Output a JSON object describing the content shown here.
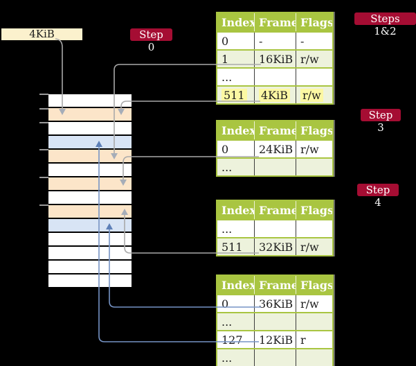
{
  "frame_label": {
    "text": "4KiB"
  },
  "step_labels": {
    "step0": "Step 0",
    "steps12": "Steps 1&2",
    "step3": "Step 3",
    "step4": "Step 4"
  },
  "tables": [
    {
      "name": "page-table-steps-1-2",
      "columns": [
        "Index",
        "Frame",
        "Flags"
      ],
      "rows": [
        {
          "cells": [
            "0",
            "-",
            "-"
          ],
          "highlight": false
        },
        {
          "cells": [
            "1",
            "16KiB",
            "r/w"
          ],
          "highlight": false
        },
        {
          "cells": [
            "...",
            "",
            ""
          ],
          "highlight": false
        },
        {
          "cells": [
            "511",
            "4KiB",
            "r/w"
          ],
          "highlight": true
        }
      ]
    },
    {
      "name": "page-table-step-3",
      "columns": [
        "Index",
        "Frame",
        "Flags"
      ],
      "rows": [
        {
          "cells": [
            "0",
            "24KiB",
            "r/w"
          ],
          "highlight": false
        },
        {
          "cells": [
            "...",
            "",
            ""
          ],
          "highlight": false
        }
      ]
    },
    {
      "name": "page-table-step-4",
      "columns": [
        "Index",
        "Frame",
        "Flags"
      ],
      "rows": [
        {
          "cells": [
            "...",
            "",
            ""
          ],
          "highlight": false
        },
        {
          "cells": [
            "511",
            "32KiB",
            "r/w"
          ],
          "highlight": false
        }
      ]
    },
    {
      "name": "page-table-bottom",
      "columns": [
        "Index",
        "Frame",
        "Flags"
      ],
      "rows": [
        {
          "cells": [
            "0",
            "36KiB",
            "r/w"
          ],
          "highlight": false
        },
        {
          "cells": [
            "...",
            "",
            ""
          ],
          "highlight": false
        },
        {
          "cells": [
            "127",
            "12KiB",
            "r"
          ],
          "highlight": false
        },
        {
          "cells": [
            "...",
            "",
            ""
          ],
          "highlight": false
        }
      ]
    }
  ],
  "memory": {
    "rows": [
      {
        "color": "white"
      },
      {
        "color": "peach"
      },
      {
        "color": "white"
      },
      {
        "color": "blue"
      },
      {
        "color": "peach"
      },
      {
        "color": "white"
      },
      {
        "color": "peach"
      },
      {
        "color": "white"
      },
      {
        "color": "peach"
      },
      {
        "color": "blue"
      },
      {
        "color": "white"
      },
      {
        "color": "white"
      },
      {
        "color": "white"
      },
      {
        "color": "white"
      }
    ]
  },
  "arrows": [
    {
      "id": "frame-box-to-memory",
      "color": "gray"
    },
    {
      "id": "t1-row1-to-memory",
      "color": "gray"
    },
    {
      "id": "t1-row511-to-memory",
      "color": "gray"
    },
    {
      "id": "t2-row0-to-memory",
      "color": "gray"
    },
    {
      "id": "t3-row511-to-memory",
      "color": "gray"
    },
    {
      "id": "t4-row0-to-memory",
      "color": "blue"
    },
    {
      "id": "t4-row127-to-memory",
      "color": "blue"
    }
  ],
  "colors": {
    "background": "#000000",
    "step_label_crimson": "#a50d33",
    "table_header_green": "#a9c541",
    "table_row_green": "#edf2dc",
    "highlight_yellow": "#fcf8a3",
    "frame_box_cream": "#fbf1cd",
    "memory_peach": "#fce5c9",
    "memory_blue": "#d8e4f5",
    "gray_line": "#a9a9a9",
    "gray_head": "#a6adb8",
    "blue_line": "#7693c5",
    "blue_head": "#5e80b8"
  }
}
